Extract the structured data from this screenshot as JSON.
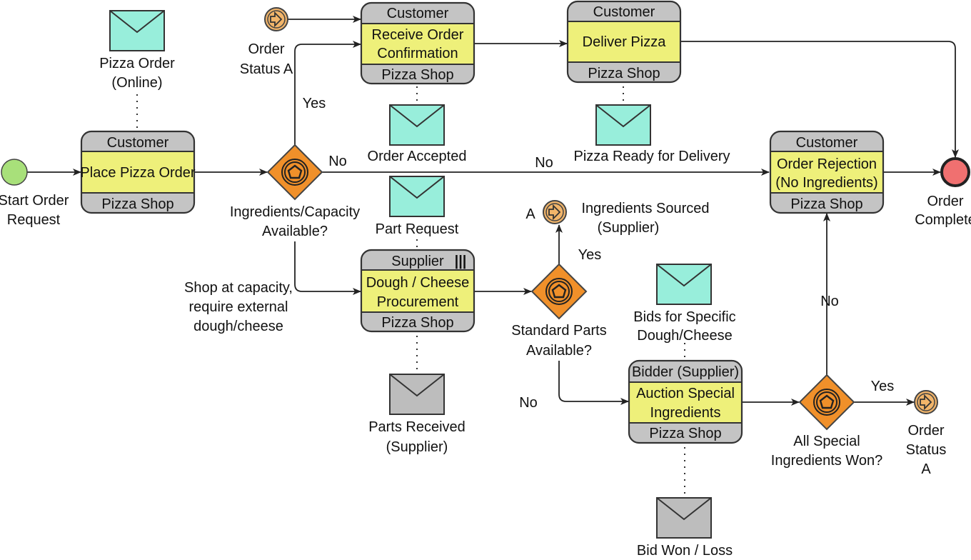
{
  "colors": {
    "task": "#eef07a",
    "band": "#c4c4c4",
    "gateway": "#f0902a",
    "message": "#98eedb",
    "message_received": "#bdbdbd",
    "start": "#a8e07a",
    "end": "#f07070",
    "intermediate": "#f2b56a"
  },
  "start": {
    "line1": "Start Order",
    "line2": "Request"
  },
  "end": {
    "line1": "Order",
    "line2": "Complete"
  },
  "tasks": {
    "place": {
      "top": "Customer",
      "name": "Place Pizza Order",
      "bottom": "Pizza Shop"
    },
    "receive": {
      "top": "Customer",
      "name1": "Receive Order",
      "name2": "Confirmation",
      "bottom": "Pizza Shop"
    },
    "deliver": {
      "top": "Customer",
      "name": "Deliver Pizza",
      "bottom": "Pizza Shop"
    },
    "reject": {
      "top": "Customer",
      "name1": "Order Rejection",
      "name2": "(No Ingredients)",
      "bottom": "Pizza Shop"
    },
    "procure": {
      "top": "Supplier",
      "name1": "Dough / Cheese",
      "name2": "Procurement",
      "bottom": "Pizza Shop",
      "marker": "|||"
    },
    "auction": {
      "top": "Bidder (Supplier)",
      "name1": "Auction Special",
      "name2": "Ingredients",
      "bottom": "Pizza Shop"
    }
  },
  "messages": {
    "pizza_order": {
      "line1": "Pizza Order",
      "line2": "(Online)"
    },
    "order_accepted": "Order Accepted",
    "pizza_ready": "Pizza Ready for Delivery",
    "part_request": "Part Request",
    "parts_received": {
      "line1": "Parts Received",
      "line2": "(Supplier)"
    },
    "bids": {
      "line1": "Bids for Specific",
      "line2": "Dough/Cheese"
    },
    "bid_won": "Bid Won / Loss"
  },
  "gateways": {
    "ingredients": {
      "line1": "Ingredients/Capacity",
      "line2": "Available?"
    },
    "standard": {
      "line1": "Standard Parts",
      "line2": "Available?"
    },
    "special": {
      "line1": "All Special",
      "line2": "Ingredients Won?"
    }
  },
  "events": {
    "status_a_top": {
      "line1": "Order",
      "line2": "Status A"
    },
    "sourced": {
      "link": "A",
      "line1": "Ingredients Sourced",
      "line2": "(Supplier)"
    },
    "status_a_right": {
      "line1": "Order",
      "line2": "Status",
      "line3": "A"
    }
  },
  "flow_labels": {
    "yes1": "Yes",
    "no1": "No",
    "no2": "No",
    "capacity1": "Shop at capacity,",
    "capacity2": "require external",
    "capacity3": "dough/cheese",
    "yes2": "Yes",
    "no3": "No",
    "no4": "No",
    "yes3": "Yes"
  }
}
